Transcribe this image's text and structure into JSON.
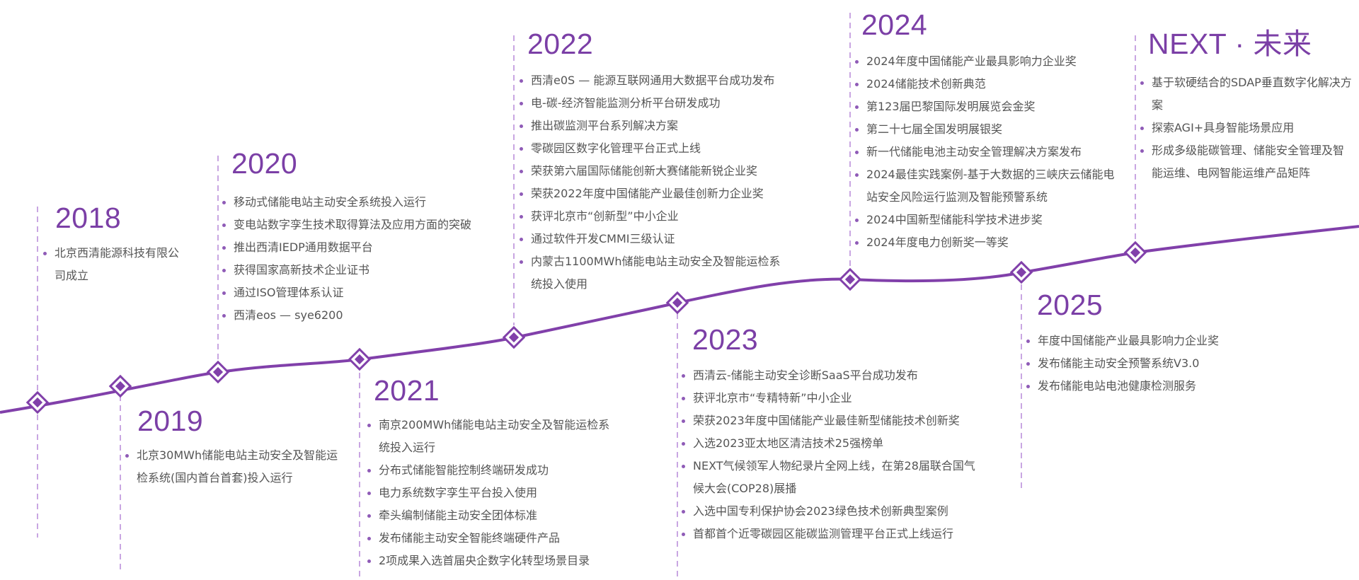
{
  "colors": {
    "accent": "#7b3fa6",
    "line": "#8140aa",
    "dash": "#c9a6e2",
    "text": "#555555"
  },
  "milestones": [
    {
      "year": "2018",
      "items": [
        "北京西清能源科技有限公司成立"
      ]
    },
    {
      "year": "2019",
      "items": [
        "北京30MWh储能电站主动安全及智能运检系统(国内首台首套)投入运行"
      ]
    },
    {
      "year": "2020",
      "items": [
        "移动式储能电站主动安全系统投入运行",
        "变电站数字孪生技术取得算法及应用方面的突破",
        "推出西清IEDP通用数据平台",
        "获得国家高新技术企业证书",
        "通过ISO管理体系认证",
        "西清eos — sye6200"
      ]
    },
    {
      "year": "2021",
      "items": [
        "南京200MWh储能电站主动安全及智能运检系统投入运行",
        "分布式储能智能控制终端研发成功",
        "电力系统数字孪生平台投入使用",
        "牵头编制储能主动安全团体标准",
        "发布储能主动安全智能终端硬件产品",
        "2项成果入选首届央企数字化转型场景目录"
      ]
    },
    {
      "year": "2022",
      "items": [
        "西清e0S — 能源互联网通用大数据平台成功发布",
        "电-碳-经济智能监测分析平台研发成功",
        "推出碳监测平台系列解决方案",
        "零碳园区数字化管理平台正式上线",
        "荣获第六届国际储能创新大赛储能新锐企业奖",
        "荣获2022年度中国储能产业最佳创新力企业奖",
        "获评北京市“创新型”中小企业",
        "通过软件开发CMMI三级认证",
        "内蒙古1100MWh储能电站主动安全及智能运检系统投入使用"
      ]
    },
    {
      "year": "2023",
      "items": [
        "西清云-储能主动安全诊断SaaS平台成功发布",
        "获评北京市“专精特新”中小企业",
        "荣获2023年度中国储能产业最佳新型储能技术创新奖",
        "入选2023亚太地区清洁技术25强榜单",
        "NEXT气候领军人物纪录片全网上线，在第28届联合国气候大会(COP28)展播",
        "入选中国专利保护协会2023绿色技术创新典型案例",
        "首都首个近零碳园区能碳监测管理平台正式上线运行"
      ]
    },
    {
      "year": "2024",
      "items": [
        "2024年度中国储能产业最具影响力企业奖",
        "2024储能技术创新典范",
        "第123届巴黎国际发明展览会金奖",
        "第二十七届全国发明展银奖",
        "新一代储能电池主动安全管理解决方案发布",
        "2024最佳实践案例-基于大数据的三峡庆云储能电站安全风险运行监测及智能预警系统",
        "2024中国新型储能科学技术进步奖",
        "2024年度电力创新奖一等奖"
      ]
    },
    {
      "year": "2025",
      "items": [
        "年度中国储能产业最具影响力企业奖",
        "发布储能主动安全预警系统V3.0",
        "发布储能电站电池健康检测服务"
      ]
    },
    {
      "year": "NEXT · 未来",
      "items": [
        "基于软硬结合的SDAP垂直数字化解决方案",
        "探索AGI+具身智能场景应用",
        "形成多级能碳管理、储能安全管理及智能运维、电网智能运维产品矩阵"
      ]
    }
  ]
}
